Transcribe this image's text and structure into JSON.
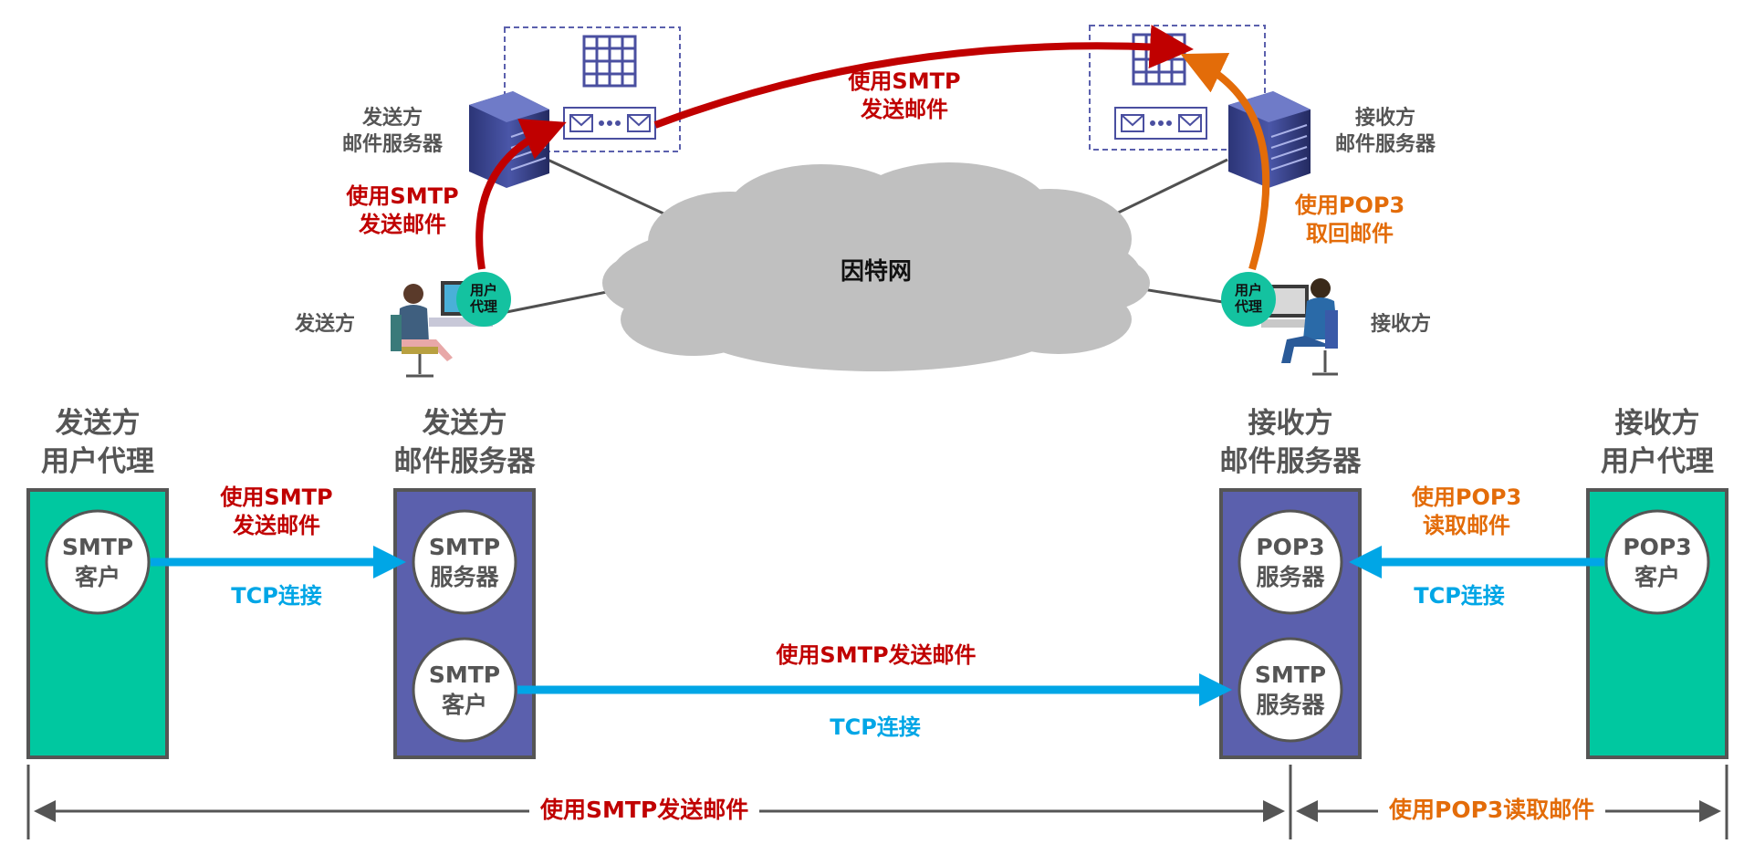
{
  "top": {
    "sender_server_label": [
      "发送方",
      "邮件服务器"
    ],
    "receiver_server_label": [
      "接收方",
      "邮件服务器"
    ],
    "internet_label": "因特网",
    "sender_label": "发送方",
    "receiver_label": "接收方",
    "user_agent": [
      "用户",
      "代理"
    ],
    "smtp_server_to_server": [
      "使用SMTP",
      "发送邮件"
    ],
    "smtp_ua_to_server": [
      "使用SMTP",
      "发送邮件"
    ],
    "pop3_fetch": [
      "使用POP3",
      "取回邮件"
    ]
  },
  "bottom": {
    "sender_ua_title": [
      "发送方",
      "用户代理"
    ],
    "sender_server_title": [
      "发送方",
      "邮件服务器"
    ],
    "receiver_server_title": [
      "接收方",
      "邮件服务器"
    ],
    "receiver_ua_title": [
      "接收方",
      "用户代理"
    ],
    "smtp_client": [
      "SMTP",
      "客户"
    ],
    "smtp_server": [
      "SMTP",
      "服务器"
    ],
    "smtp_client_2": [
      "SMTP",
      "客户"
    ],
    "pop3_server": [
      "POP3",
      "服务器"
    ],
    "smtp_server_2": [
      "SMTP",
      "服务器"
    ],
    "pop3_client": [
      "POP3",
      "客户"
    ],
    "link1_label": [
      "使用SMTP",
      "发送邮件"
    ],
    "link1_tcp": "TCP连接",
    "link2_label": "使用SMTP发送邮件",
    "link2_tcp": "TCP连接",
    "link3_label": [
      "使用POP3",
      "读取邮件"
    ],
    "link3_tcp": "TCP连接",
    "bar_smtp": "使用SMTP发送邮件",
    "bar_pop3": "使用POP3读取邮件"
  },
  "colors": {
    "ua_box": "#00c8a0",
    "server_box": "#5b60ad",
    "tcp_arrow": "#00a6e6",
    "smtp_red": "#c00000",
    "pop3_orange": "#e36c09",
    "cloud": "#c0c0c0"
  },
  "icons": [
    "mail-server-icon",
    "mailbox-icon",
    "envelope-icon",
    "cloud-icon",
    "person-at-computer-icon"
  ]
}
